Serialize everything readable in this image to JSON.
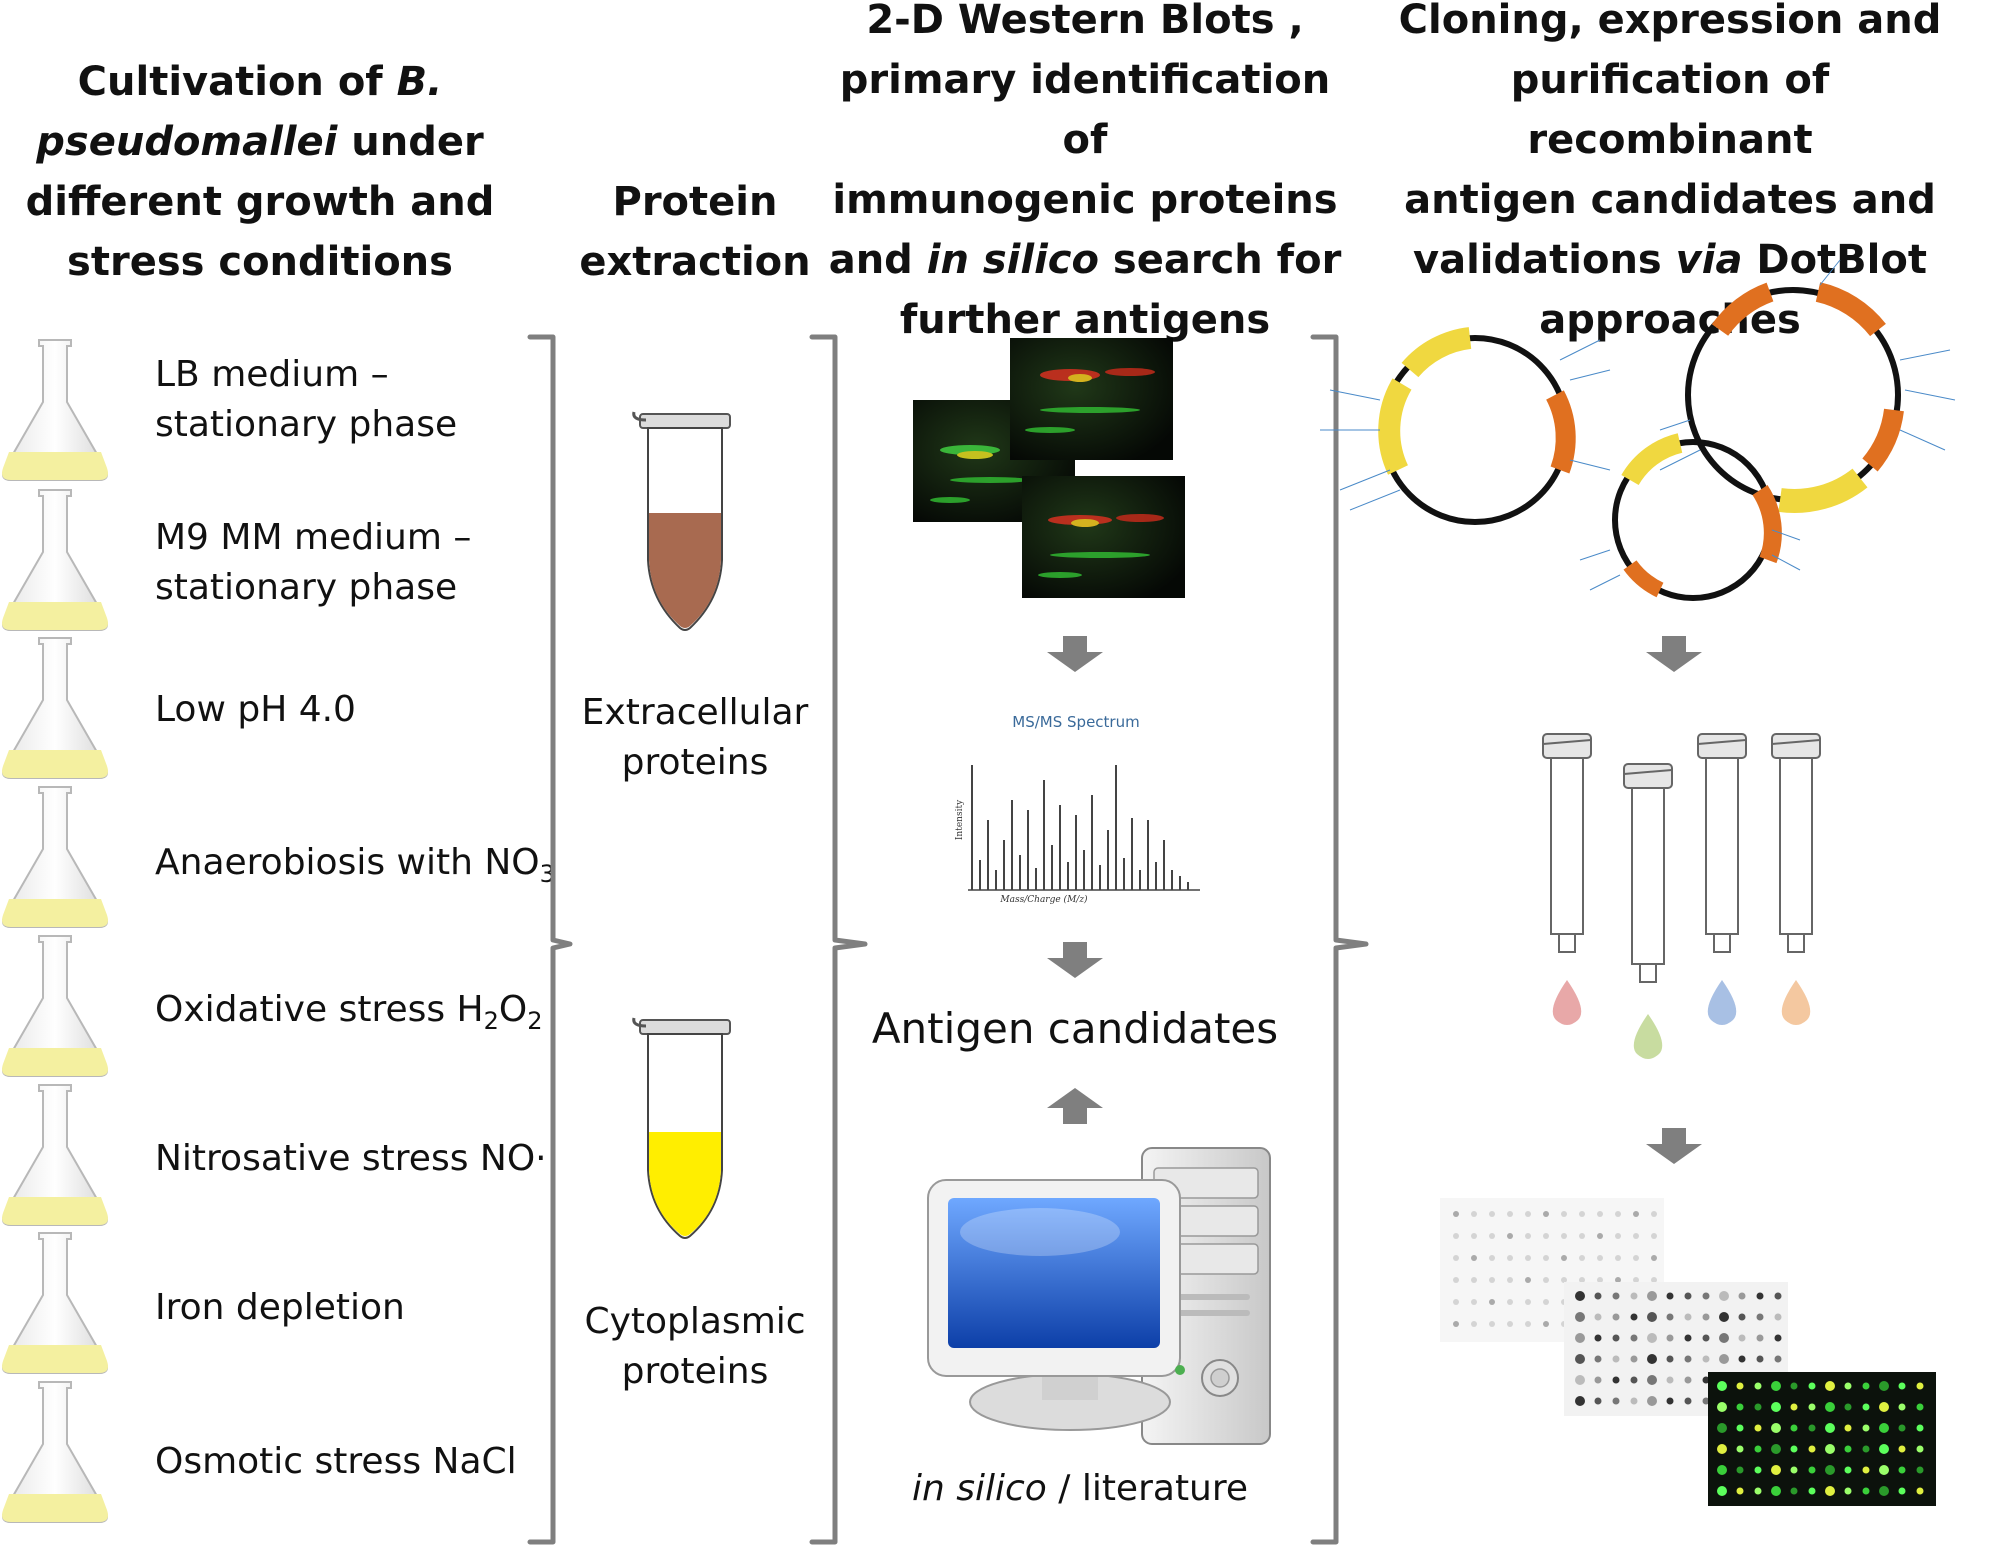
{
  "headers": {
    "col1": {
      "l1a": "Cultivation of ",
      "l1b": "B.",
      "l2a": "pseudomallei",
      "l2b": " under",
      "l3": "different growth and",
      "l4": "stress conditions"
    },
    "col2": {
      "l1": "Protein",
      "l2": "extraction"
    },
    "col3": {
      "l1": "2-D Western Blots ,",
      "l2": "primary identification of",
      "l3": "immunogenic proteins",
      "l4a": "and ",
      "l4b": "in silico",
      "l4c": " search for",
      "l5": "further antigens"
    },
    "col4": {
      "l1": "Cloning, expression and",
      "l2": "purification of recombinant",
      "l3": "antigen candidates and",
      "l4a": "validations ",
      "l4b": "via",
      "l4c": " DotBlot",
      "l5": "approaches"
    }
  },
  "conditions": [
    {
      "line1": "LB medium –",
      "line2": "stationary phase"
    },
    {
      "line1": "M9 MM medium –",
      "line2": "stationary phase"
    },
    {
      "line1": "Low pH 4.0"
    },
    {
      "line1": "Anaerobiosis with NO",
      "sub": "3"
    },
    {
      "line1": "Oxidative stress  H",
      "sub1": "2",
      "mid": "O",
      "sub2": "2"
    },
    {
      "line1": "Nitrosative stress  NO·"
    },
    {
      "line1": "Iron depletion"
    },
    {
      "line1": "Osmotic stress NaCl"
    }
  ],
  "tubes": [
    {
      "line1": "Extracellular",
      "line2": "proteins",
      "color": "#a86a50"
    },
    {
      "line1": "Cytoplasmic",
      "line2": "proteins",
      "color": "#ffee00"
    }
  ],
  "ms": {
    "title": "MS/MS Spectrum",
    "xlabel": "Mass/Charge (M/z)",
    "ylabel": "Intensity"
  },
  "antigen_label": "Antigen candidates",
  "literature": {
    "italic": "in silico",
    "rest": " / literature"
  },
  "colors": {
    "bracket": "#7f7f7f",
    "arrow": "#7f7f7f",
    "flask_liquid": "#f4f0a0",
    "monitor_screen": "#1f5fd0"
  },
  "drops": [
    "#e8a8a8",
    "#c8dca0",
    "#a8c0e4",
    "#f4c8a0"
  ]
}
